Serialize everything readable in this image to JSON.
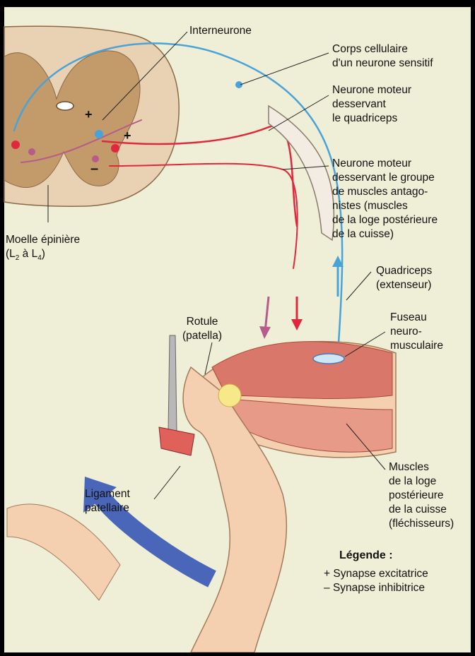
{
  "labels": {
    "interneurone": "Interneurone",
    "corps_cellulaire": "Corps cellulaire\nd'un neurone sensitif",
    "neurone_moteur_quadriceps": "Neurone moteur\ndesservant\nle quadriceps",
    "neurone_moteur_antagonistes": "Neurone moteur\ndesservant le groupe\nde muscles antago-\nnistes (muscles\nde la loge postérieure\nde la cuisse)",
    "moelle_epiniere": "Moelle épinière",
    "moelle_segments_prefix": "(L",
    "moelle_sub1": "2",
    "moelle_mid": " à L",
    "moelle_sub2": "4",
    "moelle_suffix": ")",
    "quadriceps": "Quadriceps\n(extenseur)",
    "fuseau": "Fuseau\nneuro-\nmusculaire",
    "rotule": "Rotule\n(patella)",
    "ligament": "Ligament\npatellaire",
    "muscles_loge": "Muscles\nde la loge\npostérieure\nde la cuisse\n(fléchisseurs)"
  },
  "legend": {
    "title": "Légende :",
    "items": [
      {
        "symbol": "+",
        "text": "Synapse excitatrice"
      },
      {
        "symbol": "–",
        "text": "Synapse inhibitrice"
      }
    ]
  },
  "synapse_marks": {
    "plus": "+",
    "minus": "–"
  },
  "colors": {
    "background": "#efeed6",
    "frame": "#000000",
    "grey_matter": "#c39a6a",
    "sensory_neuron": "#4aa3d8",
    "motor_neuron": "#e0283c",
    "antagonist_neuron": "#b85a8a",
    "muscle": "#d9786a",
    "skin": "#f5d0b0",
    "big_arrow": "#4a66b8"
  }
}
